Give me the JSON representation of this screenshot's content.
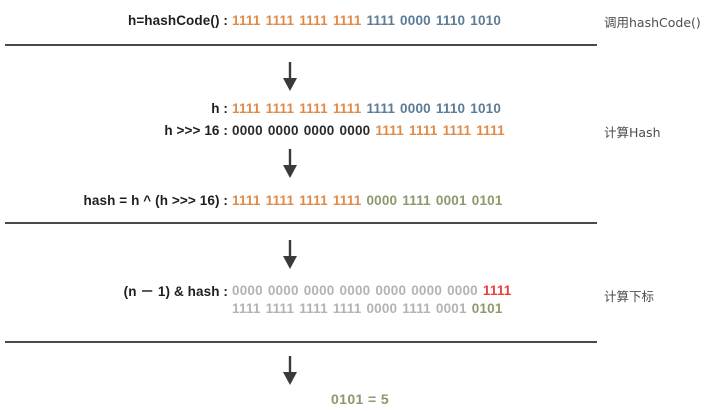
{
  "diagram": {
    "title_flow": "HashMap hash computation flow",
    "rows": [
      {
        "id": "hashcode",
        "label": "h=hashCode() :",
        "groups": [
          {
            "text": "1111",
            "color": "orange"
          },
          {
            "text": "1111",
            "color": "orange"
          },
          {
            "text": "1111",
            "color": "orange"
          },
          {
            "text": "1111",
            "color": "orange"
          },
          {
            "text": "1111",
            "color": "blue"
          },
          {
            "text": "0000",
            "color": "blue"
          },
          {
            "text": "1110",
            "color": "blue"
          },
          {
            "text": "1010",
            "color": "blue"
          }
        ]
      },
      {
        "id": "h",
        "label": "h :",
        "groups": [
          {
            "text": "1111",
            "color": "orange"
          },
          {
            "text": "1111",
            "color": "orange"
          },
          {
            "text": "1111",
            "color": "orange"
          },
          {
            "text": "1111",
            "color": "orange"
          },
          {
            "text": "1111",
            "color": "blue"
          },
          {
            "text": "0000",
            "color": "blue"
          },
          {
            "text": "1110",
            "color": "blue"
          },
          {
            "text": "1010",
            "color": "blue"
          }
        ]
      },
      {
        "id": "h-shift-16",
        "label": "h >>> 16 :",
        "groups": [
          {
            "text": "0000",
            "color": "black"
          },
          {
            "text": "0000",
            "color": "black"
          },
          {
            "text": "0000",
            "color": "black"
          },
          {
            "text": "0000",
            "color": "black"
          },
          {
            "text": "1111",
            "color": "orange"
          },
          {
            "text": "1111",
            "color": "orange"
          },
          {
            "text": "1111",
            "color": "orange"
          },
          {
            "text": "1111",
            "color": "orange"
          }
        ]
      },
      {
        "id": "hash-xor",
        "label": "hash = h ^ (h >>> 16) :",
        "groups": [
          {
            "text": "1111",
            "color": "orange"
          },
          {
            "text": "1111",
            "color": "orange"
          },
          {
            "text": "1111",
            "color": "orange"
          },
          {
            "text": "1111",
            "color": "orange"
          },
          {
            "text": "0000",
            "color": "olive"
          },
          {
            "text": "1111",
            "color": "olive"
          },
          {
            "text": "0001",
            "color": "olive"
          },
          {
            "text": "0101",
            "color": "olive"
          }
        ]
      },
      {
        "id": "n-minus-1",
        "label": "(n － 1) & hash :",
        "groups": [
          {
            "text": "0000",
            "color": "gray"
          },
          {
            "text": "0000",
            "color": "gray"
          },
          {
            "text": "0000",
            "color": "gray"
          },
          {
            "text": "0000",
            "color": "gray"
          },
          {
            "text": "0000",
            "color": "gray"
          },
          {
            "text": "0000",
            "color": "gray"
          },
          {
            "text": "0000",
            "color": "gray"
          },
          {
            "text": "1111",
            "color": "red"
          }
        ]
      },
      {
        "id": "hash-operand",
        "label": "",
        "groups": [
          {
            "text": "1111",
            "color": "gray"
          },
          {
            "text": "1111",
            "color": "gray"
          },
          {
            "text": "1111",
            "color": "gray"
          },
          {
            "text": "1111",
            "color": "gray"
          },
          {
            "text": "0000",
            "color": "gray"
          },
          {
            "text": "1111",
            "color": "gray"
          },
          {
            "text": "0001",
            "color": "gray"
          },
          {
            "text": "0101",
            "color": "olive"
          }
        ]
      }
    ],
    "annotations": [
      {
        "id": "call-hashcode",
        "text": "调用hashCode()"
      },
      {
        "id": "compute-hash",
        "text": "计算Hash"
      },
      {
        "id": "compute-index",
        "text": "计算下标"
      }
    ],
    "result": "0101 = 5",
    "colors": {
      "orange": "#E08A4A",
      "blue": "#5B7B96",
      "black": "#2b2b2b",
      "olive": "#8A9A6B",
      "gray": "#b3b3b3",
      "red": "#E8413D",
      "divider": "#4a4a4a",
      "arrow": "#3a3a3a"
    }
  }
}
